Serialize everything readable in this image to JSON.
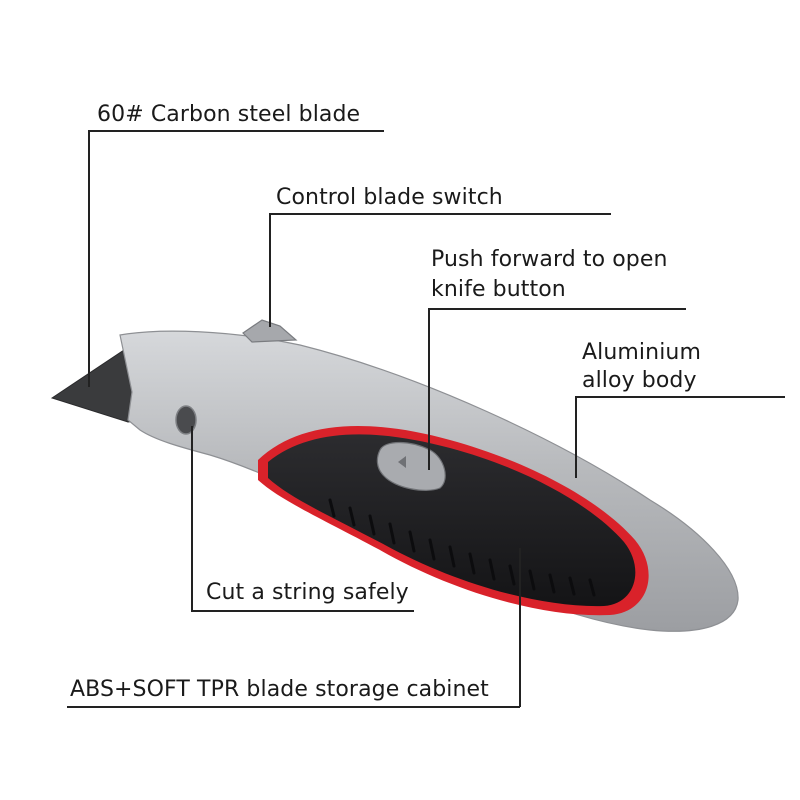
{
  "labels": {
    "blade": "60# Carbon steel blade",
    "switch": "Control blade switch",
    "push_line1": "Push forward to open",
    "push_line2": "knife button",
    "body_line1": "Aluminium",
    "body_line2": "alloy body",
    "string": "Cut a string safely",
    "cabinet": "ABS+SOFT TPR blade storage cabinet"
  },
  "colors": {
    "body_metal": "#b9bbbe",
    "grip": "#1e1e20",
    "grip_trim": "#d9222a",
    "blade": "#3a3b3d",
    "line": "#222222"
  }
}
